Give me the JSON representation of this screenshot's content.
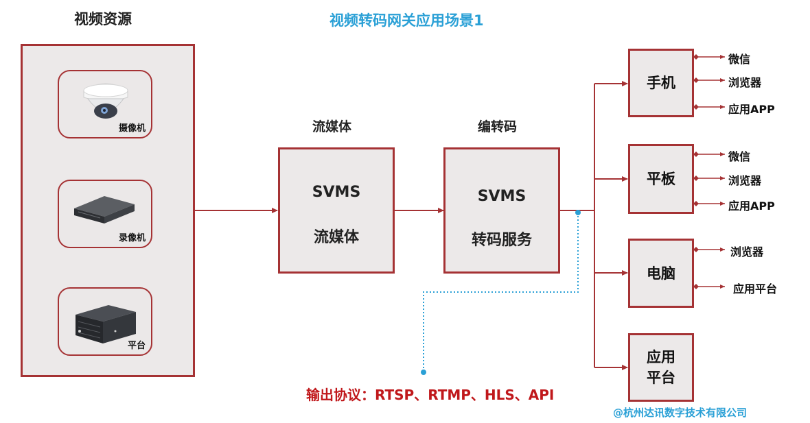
{
  "header": {
    "source_title": "视频资源",
    "main_title": "视频转码网关应用场景1"
  },
  "sources": {
    "camera_label": "摄像机",
    "recorder_label": "录像机",
    "platform_label": "平台"
  },
  "streaming": {
    "heading": "流媒体",
    "line1": "SVMS",
    "line2": "流媒体"
  },
  "transcode": {
    "heading": "编转码",
    "line1": "SVMS",
    "line2": "转码服务"
  },
  "terminals": [
    {
      "label": "手机",
      "leaves": [
        "微信",
        "浏览器",
        "应用APP"
      ]
    },
    {
      "label": "平板",
      "leaves": [
        "微信",
        "浏览器",
        "应用APP"
      ]
    },
    {
      "label": "电脑",
      "leaves": [
        "浏览器",
        "应用平台"
      ]
    },
    {
      "label_line1": "应用",
      "label_line2": "平台"
    }
  ],
  "protocol_text": "输出协议：RTSP、RTMP、HLS、API",
  "company_text": "@杭州达讯数字技术有限公司",
  "colors": {
    "border_red": "#a53234",
    "panel_fill": "#ece9e9",
    "title_blue": "#2aa0d6",
    "protocol_red": "#c0181b"
  }
}
